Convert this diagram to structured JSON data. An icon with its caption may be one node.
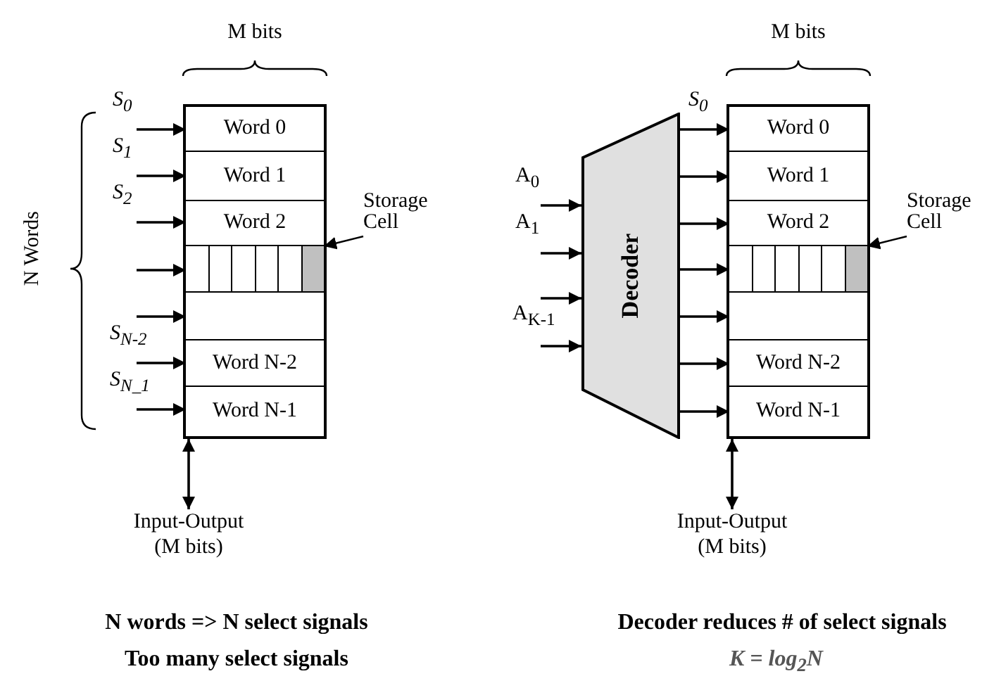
{
  "diagram": {
    "nodes": [
      {
        "text": [],
        "shape": "box"
      },
      {
        "text": [
          "Word 0"
        ],
        "in": 0
      },
      {
        "text": [
          "Word 1"
        ],
        "in": 0
      },
      {
        "text": [
          "Word 2"
        ],
        "in": 0
      },
      {
        "text": [],
        "shape": "box",
        "in": 0
      },
      {
        "text": [],
        "shape": "box",
        "in": 4
      },
      {
        "text": [],
        "shape": "box",
        "in": 0
      },
      {
        "text": [
          "Word N-2"
        ],
        "in": 0
      },
      {
        "text": [
          "Word N-1"
        ],
        "in": 0
      },
      {
        "text": [
          "Storage Cell"
        ]
      },
      {
        "text": [
          "Input-Output (M bits)"
        ]
      },
      {
        "text": [
          "Decoder"
        ]
      },
      {
        "text": [],
        "shape": "box"
      },
      {
        "text": [
          "Word 0"
        ],
        "in": 12
      },
      {
        "text": [
          "Word 1"
        ],
        "in": 12
      },
      {
        "text": [
          "Word 2"
        ],
        "in": 12
      },
      {
        "text": [],
        "shape": "box",
        "in": 12
      },
      {
        "text": [],
        "shape": "box",
        "in": 16
      },
      {
        "text": [],
        "shape": "box",
        "in": 12
      },
      {
        "text": [
          "Word N-2"
        ],
        "in": 12
      },
      {
        "text": [
          "Word N-1"
        ],
        "in": 12
      },
      {
        "text": [
          "Storage Cell"
        ]
      },
      {
        "text": [
          "Input-Output (M bits)"
        ]
      }
    ],
    "edges": [
      {
        "from": null,
        "to": 1,
        "arrow": "to",
        "label": "S$_{0}$"
      },
      {
        "from": null,
        "to": 2,
        "arrow": "to",
        "label": "S$_{1}$"
      },
      {
        "from": null,
        "to": 3,
        "arrow": "to",
        "label": "S$_{2}$"
      },
      {
        "from": null,
        "to": 4,
        "arrow": "to"
      },
      {
        "from": null,
        "to": 6,
        "arrow": "to"
      },
      {
        "from": null,
        "to": 7,
        "arrow": "to",
        "label": "S$_{N-2}$"
      },
      {
        "from": null,
        "to": 8,
        "arrow": "to",
        "label": "S$_{N_1}$"
      },
      {
        "from": 9,
        "to": 5,
        "arrow": "to"
      },
      {
        "from": 0,
        "to": 10,
        "arrow": "both"
      },
      {
        "from": null,
        "to": 11,
        "arrow": "to",
        "label": "A$_{0}$"
      },
      {
        "from": null,
        "to": 11,
        "arrow": "to",
        "label": "A$_{1}$"
      },
      {
        "from": null,
        "to": 11,
        "arrow": "to"
      },
      {
        "from": null,
        "to": 11,
        "arrow": "to",
        "label": "A$_{K-1}$"
      },
      {
        "from": 11,
        "to": 13,
        "arrow": "to",
        "label": "S$_{0}$"
      },
      {
        "from": 11,
        "to": 14,
        "arrow": "to"
      },
      {
        "from": 11,
        "to": 15,
        "arrow": "to"
      },
      {
        "from": 11,
        "to": 16,
        "arrow": "to"
      },
      {
        "from": 11,
        "to": 18,
        "arrow": "to"
      },
      {
        "from": 11,
        "to": 19,
        "arrow": "to"
      },
      {
        "from": 11,
        "to": 20,
        "arrow": "to"
      },
      {
        "from": 21,
        "to": 17,
        "arrow": "to"
      },
      {
        "from": 12,
        "to": 22,
        "arrow": "both"
      }
    ],
    "labels": [
      "M bits",
      "N Words",
      "M bits",
      "N words => N select signals",
      "Decoder reduces # of select signals",
      "Too many select signals",
      "K = log$_{2}$N"
    ]
  }
}
